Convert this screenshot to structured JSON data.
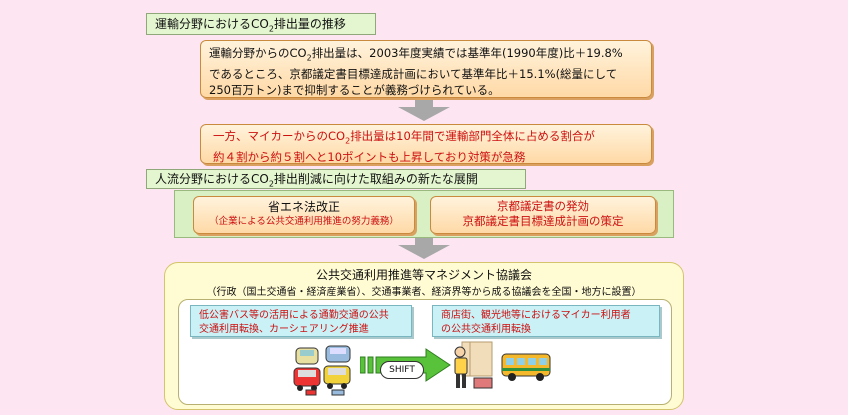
{
  "section1": {
    "title_pre": "運輸分野におけるCO",
    "title_sub": "2",
    "title_post": "排出量の推移"
  },
  "box1": {
    "line1_pre": "運輸分野からのCO",
    "line1_sub": "2",
    "line1_post": "排出量は、2003年度実績では基準年(1990年度)比＋19.8%",
    "line2": "であるところ、京都議定書目標達成計画において基準年比＋15.1%(総量にして",
    "line3": "250百万トン)まで抑制することが義務づけられている。"
  },
  "box2": {
    "line1_pre": "一方、マイカーからのCO",
    "line1_sub": "2",
    "line1_post": "排出量は10年間で運輸部門全体に占める割合が",
    "line2": "約４割から約５割へと10ポイントも上昇しており対策が急務"
  },
  "section2": {
    "title_pre": "人流分野におけるCO",
    "title_sub": "2",
    "title_post": "排出削減に向けた取組みの新たな展開"
  },
  "measure_left": {
    "title": "省エネ法改正",
    "subtitle": "（企業による公共交通利用推進の努力義務）"
  },
  "measure_right": {
    "line1": "京都議定書の発効",
    "line2": "京都議定書目標達成計画の策定"
  },
  "council": {
    "title": "公共交通利用推進等マネジメント協議会",
    "subtitle": "（行政（国土交通省・経済産業省）、交通事業者、経済界等から成る協議会を全国・地方に設置）"
  },
  "initiative_left": {
    "line1": "低公害バス等の活用による通勤交通の公共",
    "line2": "交通利用転換、カーシェアリング推進"
  },
  "initiative_right": {
    "line1": "商店街、観光地等におけるマイカー利用者",
    "line2": "の公共交通利用転換"
  },
  "shift_label": "SHIFT",
  "colors": {
    "background": "#fde6f2",
    "header_green": "#e4f6cf",
    "box_orange": "#ffd9a6",
    "text_red": "#cc1010",
    "panel_yellow": "#fffbd2",
    "box_cyan": "#c9f1f6",
    "arrow_green": "#58c23a"
  },
  "icons": [
    "car-traffic-icon",
    "shift-arrow-icon",
    "person-at-station-icon",
    "bus-icon"
  ]
}
